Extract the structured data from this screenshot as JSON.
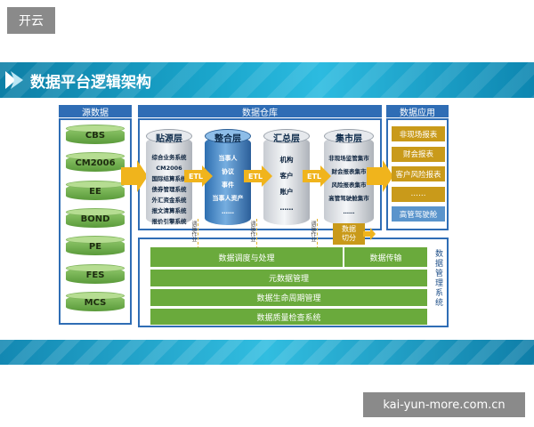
{
  "logo": "开云",
  "watermark": "kai-yun-more.com.cn",
  "title": "数据平台逻辑架构",
  "sections": {
    "source": "源数据",
    "warehouse": "数据仓库",
    "application": "数据应用"
  },
  "source_items": [
    "CBS",
    "CM2006",
    "EE",
    "BOND",
    "PE",
    "FES",
    "MCS"
  ],
  "layers": {
    "source_layer": {
      "title": "贴源层",
      "items": [
        "综合业务系统",
        "CM2006",
        "国际结算系统",
        "债券管理系统",
        "外汇资金系统",
        "报文清算系统",
        "报价引擎系统"
      ]
    },
    "integration_layer": {
      "title": "整合层",
      "items": [
        "当事人",
        "协议",
        "事件",
        "当事人资产",
        "……"
      ]
    },
    "summary_layer": {
      "title": "汇总层",
      "items": [
        "机构",
        "客户",
        "账户",
        "……"
      ]
    },
    "mart_layer": {
      "title": "集市层",
      "items": [
        "非现场监管集市",
        "财会报表集市",
        "风险报表集市",
        "高管驾驶舱集市",
        "……"
      ]
    }
  },
  "etl": [
    "ETL",
    "ETL",
    "ETL"
  ],
  "app_items": [
    "非现场报表",
    "财会报表",
    "客户风险报表",
    "……",
    "高管驾驶舱"
  ],
  "data_cut": "数据\n切分",
  "job_labels": [
    "调度作业",
    "调度作业",
    "调度作业"
  ],
  "management": {
    "label": "数据管理系统",
    "bars": [
      "数据调度与处理",
      "数据传输",
      "元数据管理",
      "数据生命周期管理",
      "数据质量检查系统"
    ]
  }
}
